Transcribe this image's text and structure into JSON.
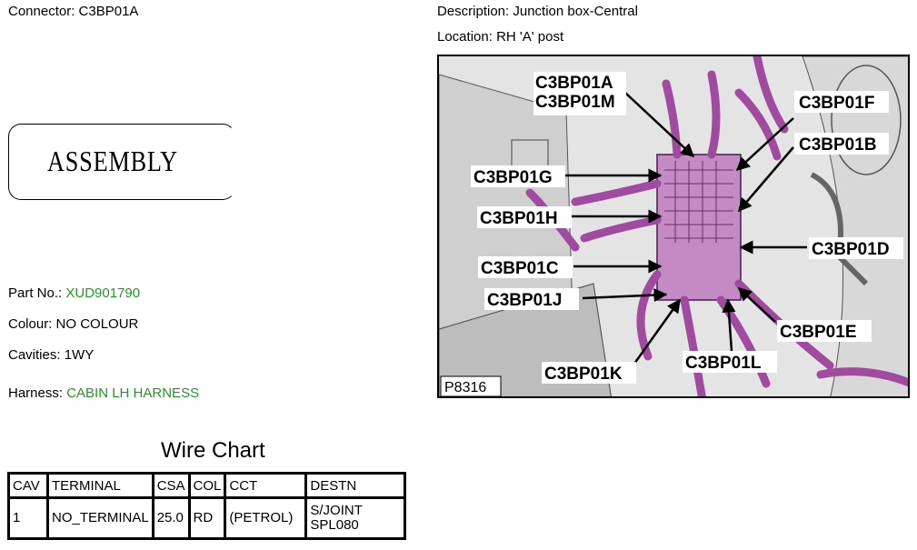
{
  "header": {
    "connector_label": "Connector:",
    "connector_value": "C3BP01A",
    "description_label": "Description:",
    "description_value": "Junction box-Central",
    "location_label": "Location:",
    "location_value": "RH 'A' post"
  },
  "assembly": {
    "text": "ASSEMBLY"
  },
  "details": {
    "part_no_label": "Part No.:",
    "part_no_value": "XUD901790",
    "colour_label": "Colour:",
    "colour_value": "NO COLOUR",
    "cavities_label": "Cavities:",
    "cavities_value": "1WY",
    "harness_label": "Harness:",
    "harness_value": "CABIN LH HARNESS"
  },
  "wire_chart": {
    "title": "Wire Chart",
    "headers": [
      "CAV",
      "TERMINAL",
      "CSA",
      "COL",
      "CCT",
      "DESTN"
    ],
    "rows": [
      [
        "1",
        "NO_TERMINAL",
        "25.0",
        "RD",
        "(PETROL)",
        "S/JOINT SPL080"
      ]
    ]
  },
  "diagram": {
    "figure_id": "P8316",
    "callouts": {
      "a": "C3BP01A",
      "m": "C3BP01M",
      "f": "C3BP01F",
      "b": "C3BP01B",
      "g": "C3BP01G",
      "h": "C3BP01H",
      "d": "C3BP01D",
      "c": "C3BP01C",
      "j": "C3BP01J",
      "e": "C3BP01E",
      "k": "C3BP01K",
      "l": "C3BP01L"
    }
  },
  "colors": {
    "accent_green": "#1f9a1f",
    "harness_purple": "#a04aa0"
  }
}
